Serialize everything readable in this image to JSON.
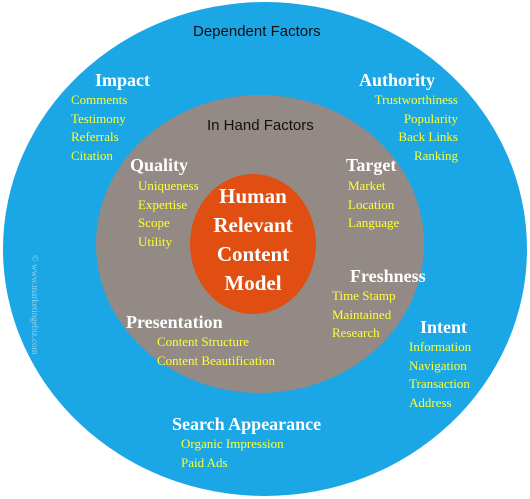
{
  "colors": {
    "outer": "#1ba6e5",
    "middle": "#938a86",
    "core": "#e04e12",
    "heading": "#ffffff",
    "item": "#ffff33"
  },
  "outer_title": "Dependent Factors",
  "inner_title": "In Hand Factors",
  "core_lines": [
    "Human",
    "Relevant",
    "Content",
    "Model"
  ],
  "watermark": "© www.marketingebiz.com",
  "groups": {
    "impact": {
      "title": "Impact",
      "items": [
        "Comments",
        "Testimony",
        "Referrals",
        "Citation"
      ]
    },
    "authority": {
      "title": "Authority",
      "items": [
        "Trustworthiness",
        "Popularity",
        "Back Links",
        "Ranking"
      ]
    },
    "quality": {
      "title": "Quality",
      "items": [
        "Uniqueness",
        "Expertise",
        "Scope",
        "Utility"
      ]
    },
    "target": {
      "title": "Target",
      "items": [
        "Market",
        "Location",
        "Language"
      ]
    },
    "freshness": {
      "title": "Freshness",
      "items": [
        "Time Stamp",
        "Maintained",
        "Research"
      ]
    },
    "presentation": {
      "title": "Presentation",
      "items": [
        "Content Structure",
        "Content Beautification"
      ]
    },
    "intent": {
      "title": "Intent",
      "items": [
        "Information",
        "Navigation",
        "Transaction",
        "Address"
      ]
    },
    "search_appearance": {
      "title": "Search Appearance",
      "items": [
        "Organic Impression",
        "Paid Ads"
      ]
    }
  }
}
